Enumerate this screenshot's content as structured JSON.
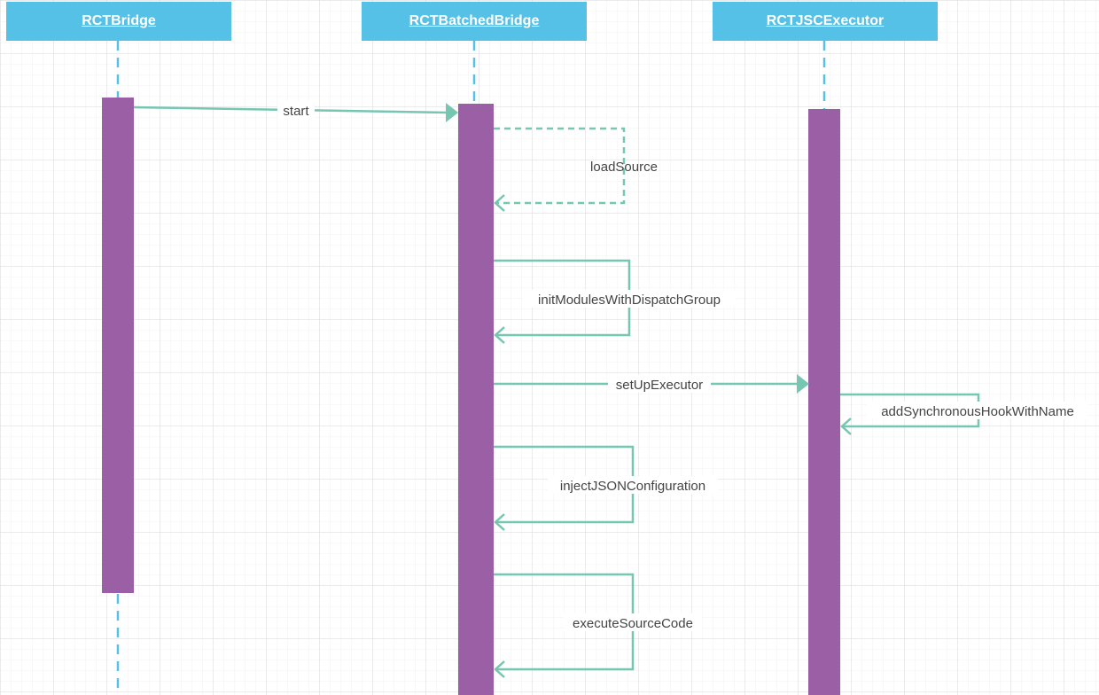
{
  "participants": [
    {
      "id": "bridge",
      "title": "RCTBridge"
    },
    {
      "id": "batched",
      "title": "RCTBatchedBridge"
    },
    {
      "id": "jsc",
      "title": "RCTJSCExecutor"
    }
  ],
  "messages": [
    {
      "id": "start",
      "label": "start",
      "from": "RCTBridge",
      "to": "RCTBatchedBridge",
      "kind": "sync"
    },
    {
      "id": "loadSource",
      "label": "loadSource",
      "from": "RCTBatchedBridge",
      "to": "RCTBatchedBridge",
      "kind": "return"
    },
    {
      "id": "initModules",
      "label": "initModulesWithDispatchGroup",
      "from": "RCTBatchedBridge",
      "to": "RCTBatchedBridge",
      "kind": "self"
    },
    {
      "id": "setUpExecutor",
      "label": "setUpExecutor",
      "from": "RCTBatchedBridge",
      "to": "RCTJSCExecutor",
      "kind": "sync"
    },
    {
      "id": "addHook",
      "label": "addSynchronousHookWithName",
      "from": "RCTJSCExecutor",
      "to": "RCTJSCExecutor",
      "kind": "self"
    },
    {
      "id": "injectJSON",
      "label": "injectJSONConfiguration",
      "from": "RCTBatchedBridge",
      "to": "RCTBatchedBridge",
      "kind": "self"
    },
    {
      "id": "executeSource",
      "label": "executeSourceCode",
      "from": "RCTBatchedBridge",
      "to": "RCTBatchedBridge",
      "kind": "self"
    }
  ],
  "colors": {
    "participant_fill": "#56c1e6",
    "participant_text": "#ffffff",
    "lifeline": "#56c1e6",
    "activation": "#9a5fa5",
    "message": "#77c6b1",
    "label_text": "#444444"
  }
}
